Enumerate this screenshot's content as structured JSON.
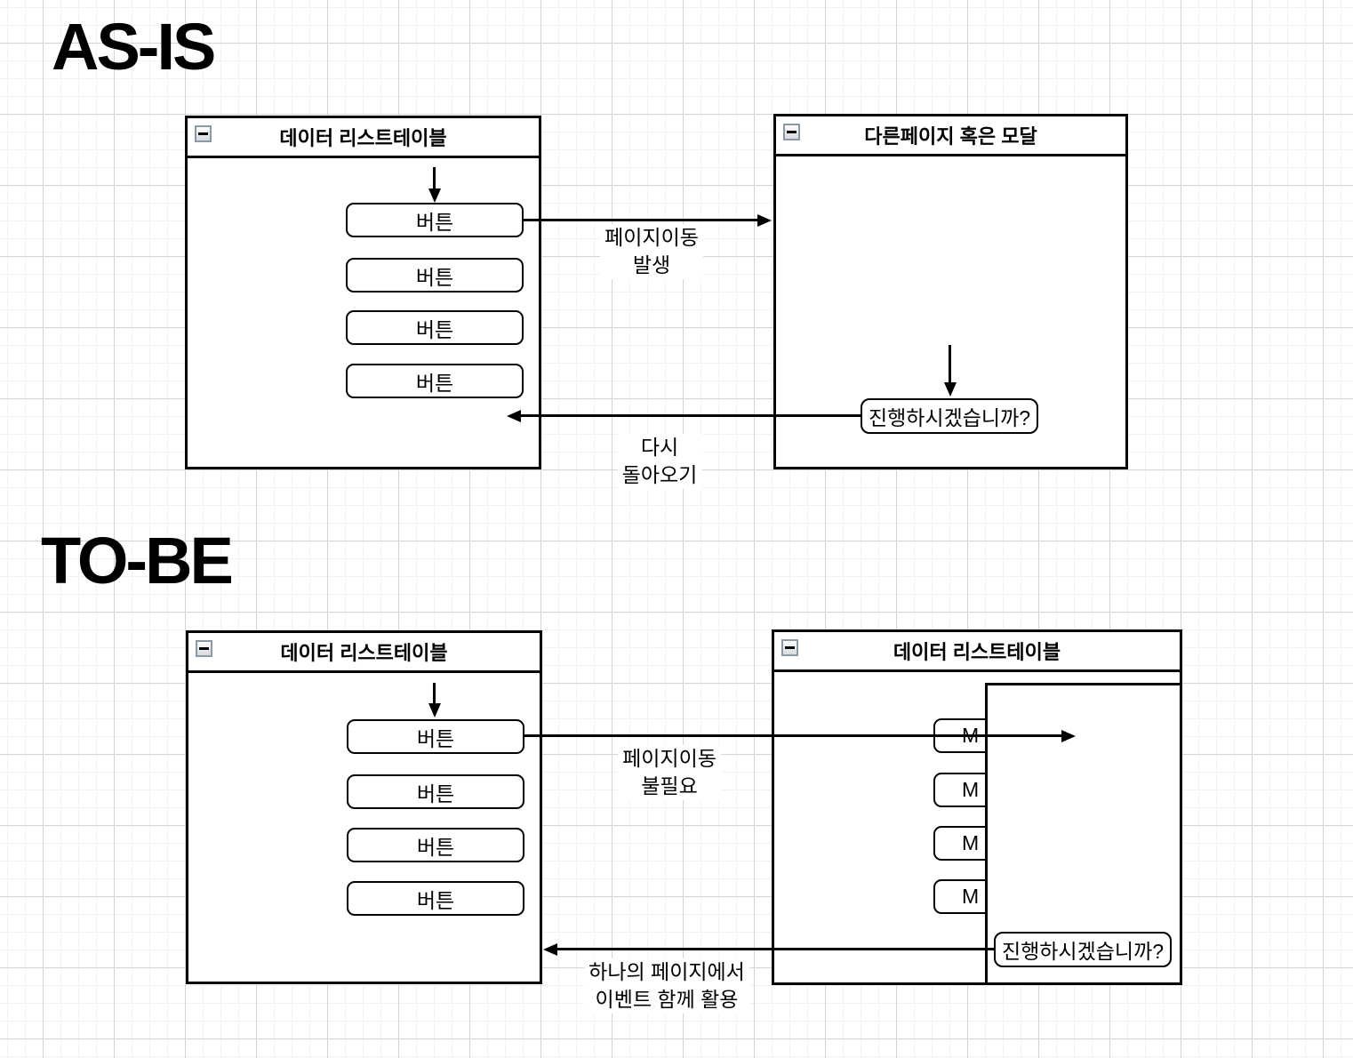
{
  "diagram": {
    "sections": {
      "as_is": {
        "heading": "AS-IS"
      },
      "to_be": {
        "heading": "TO-BE"
      }
    },
    "panels": {
      "as_is_left": {
        "title": "데이터 리스트테이블",
        "buttons": [
          {
            "label": "버튼"
          },
          {
            "label": "버튼"
          },
          {
            "label": "버튼"
          },
          {
            "label": "버튼"
          }
        ]
      },
      "as_is_right": {
        "title": "다른페이지 혹은 모달",
        "prompt": "진행하시겠습니까?"
      },
      "to_be_left": {
        "title": "데이터 리스트테이블",
        "buttons": [
          {
            "label": "버튼"
          },
          {
            "label": "버튼"
          },
          {
            "label": "버튼"
          },
          {
            "label": "버튼"
          }
        ]
      },
      "to_be_right": {
        "title": "데이터 리스트테이블",
        "buttons": [
          {
            "label": "M"
          },
          {
            "label": "M"
          },
          {
            "label": "M"
          },
          {
            "label": "M"
          }
        ],
        "prompt": "진행하시겠습니까?"
      }
    },
    "flow_labels": {
      "as_is_forward": "페이지이동\n발생",
      "as_is_return": "다시\n돌아오기",
      "to_be_forward": "페이지이동\n불필요",
      "to_be_return": "하나의 페이지에서\n이벤트 함께 활용"
    },
    "colors": {
      "stroke": "#000000",
      "background": "#ffffff",
      "grid_minor": "#f2f2f2",
      "grid_major": "#d4d4d4",
      "collapse_icon_border": "#8d99a5"
    }
  }
}
